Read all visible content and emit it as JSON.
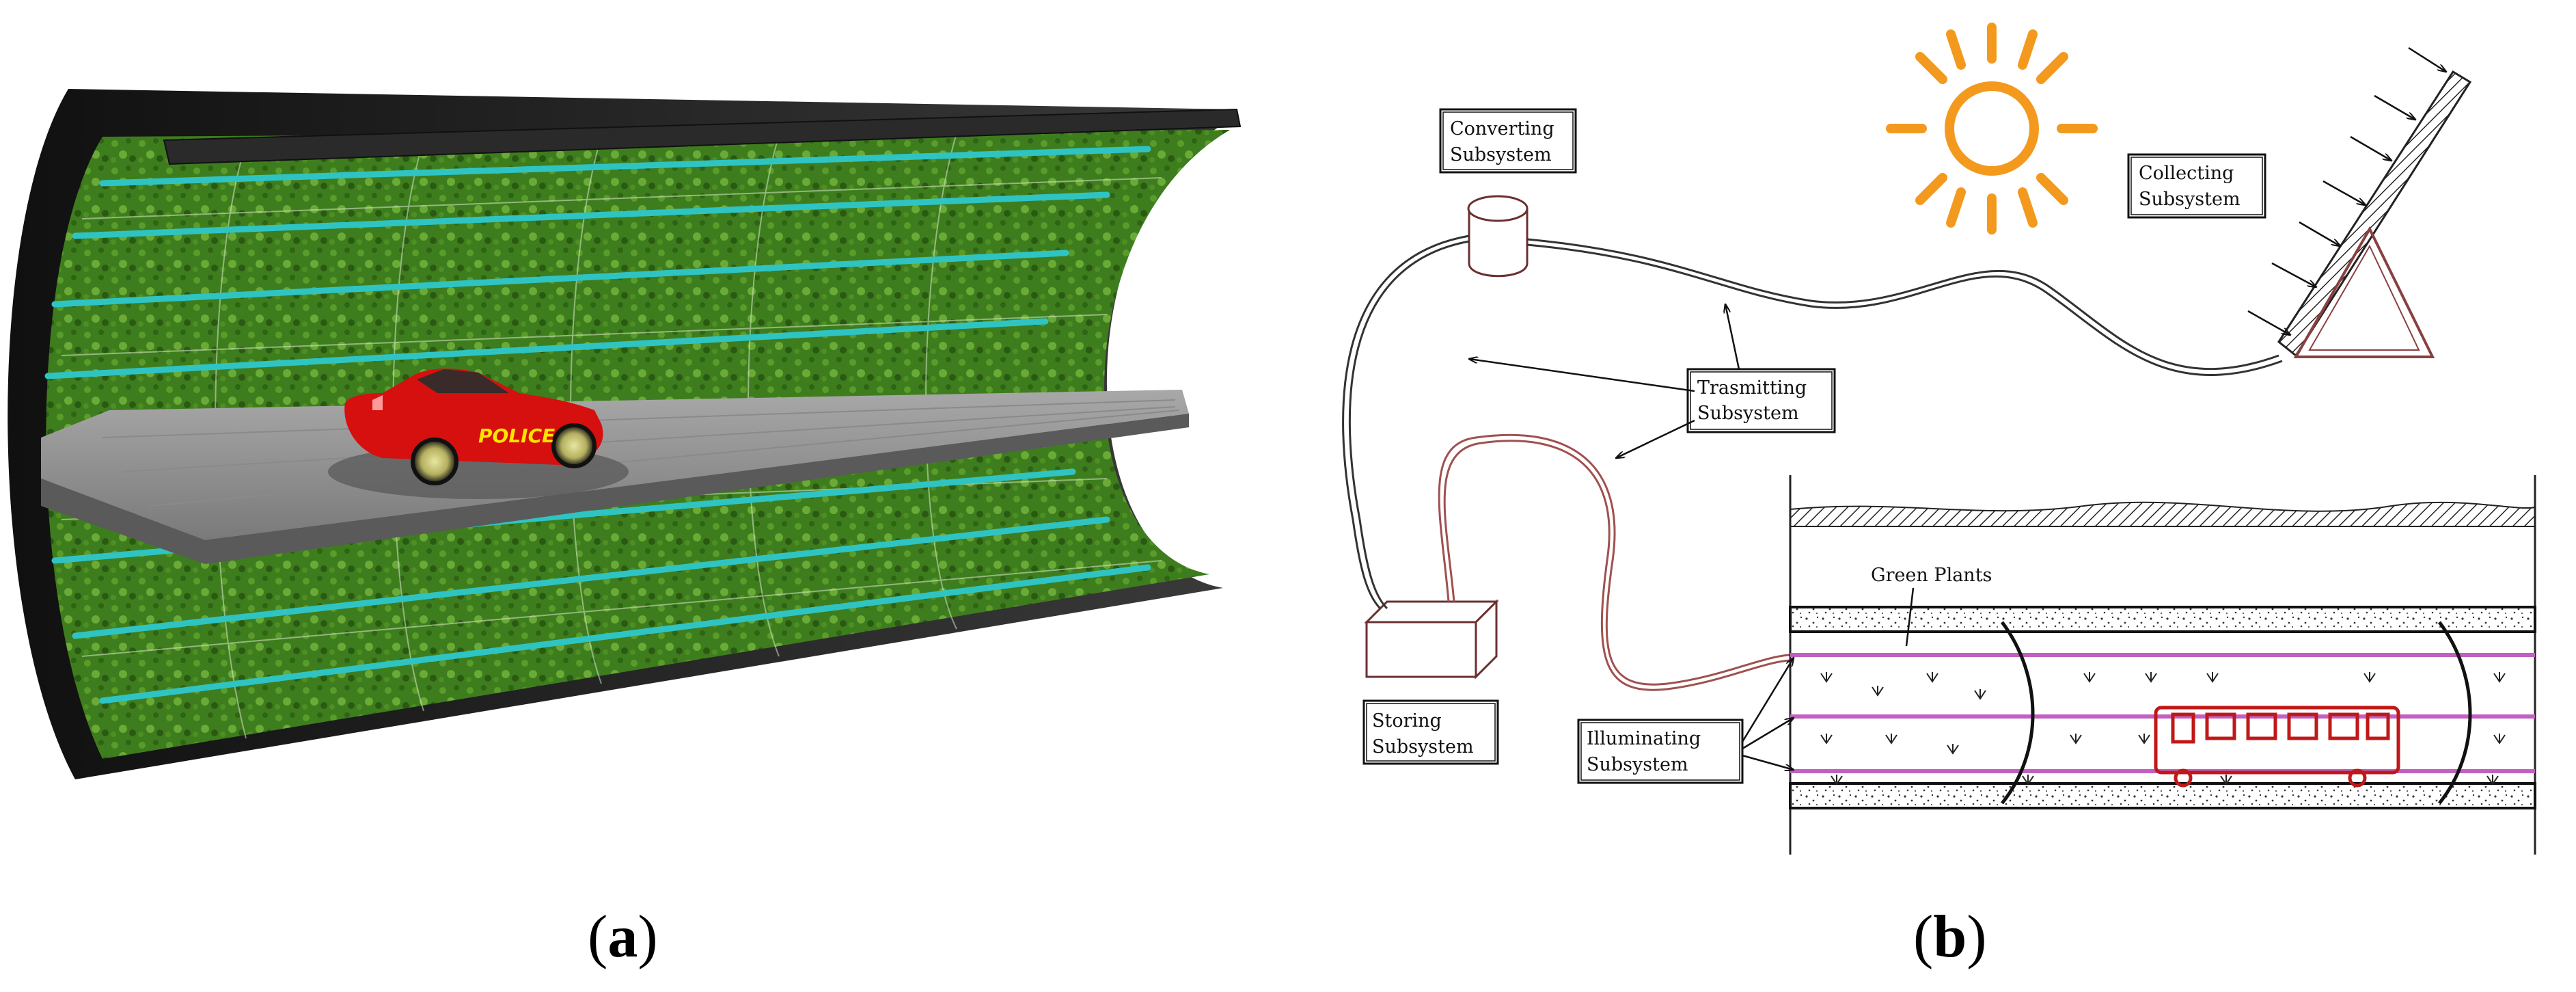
{
  "panel_a": {
    "caption_open": "(",
    "caption_letter": "a",
    "caption_close": ")",
    "car_text": "POLICE"
  },
  "panel_b": {
    "caption_open": "(",
    "caption_letter": "b",
    "caption_close": ")",
    "labels": {
      "converting": [
        "Converting",
        "Subsystem"
      ],
      "collecting": [
        "Collecting",
        "Subsystem"
      ],
      "transmitting": [
        "Trasmitting",
        "Subsystem"
      ],
      "storing": [
        "Storing",
        "Subsystem"
      ],
      "illuminating": [
        "Illuminating",
        "Subsystem"
      ],
      "green_plants": "Green Plants"
    }
  },
  "colors": {
    "sun": "#f39a1e",
    "plant_green": "#3d7a1f",
    "light_tube": "#2fc4c4",
    "car_red": "#d60f0f",
    "lamp_magenta": "#c060c0",
    "bus_red": "#c01818"
  }
}
